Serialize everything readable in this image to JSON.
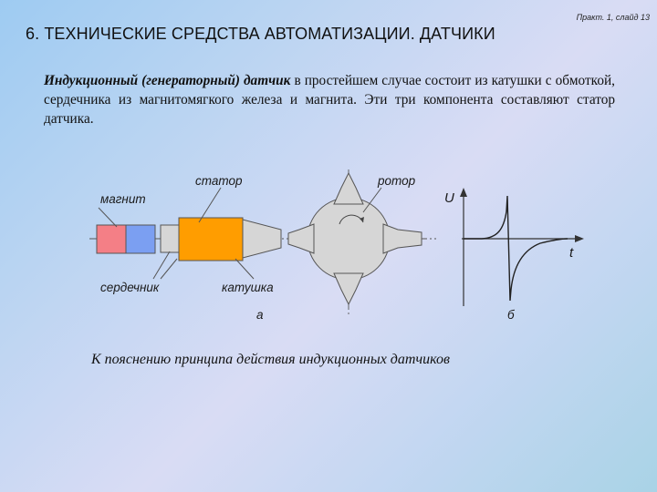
{
  "slide_ref": "Практ. 1, слайд 13",
  "title": "6. ТЕХНИЧЕСКИЕ СРЕДСТВА АВТОМАТИЗАЦИИ. ДАТЧИКИ",
  "paragraph": {
    "term": "Индукционный (генераторный) датчик",
    "rest": " в простейшем случае состоит из катушки с обмоткой, сердечника из магнитомягкого железа и магнита. Эти три компонента составляют статор датчика."
  },
  "figure": {
    "labels": {
      "magnet": "магнит",
      "stator": "статор",
      "rotor": "ротор",
      "core": "сердечник",
      "coil": "катушка",
      "part_a": "а",
      "part_b": "б",
      "axis_u": "U",
      "axis_t": "t"
    },
    "colors": {
      "magnet_red": "#f47f86",
      "magnet_blue": "#7b9ff2",
      "coil": "#ff9d00",
      "steel": "#d6d6d6"
    }
  },
  "caption": "К пояснению принципа действия индукционных датчиков"
}
